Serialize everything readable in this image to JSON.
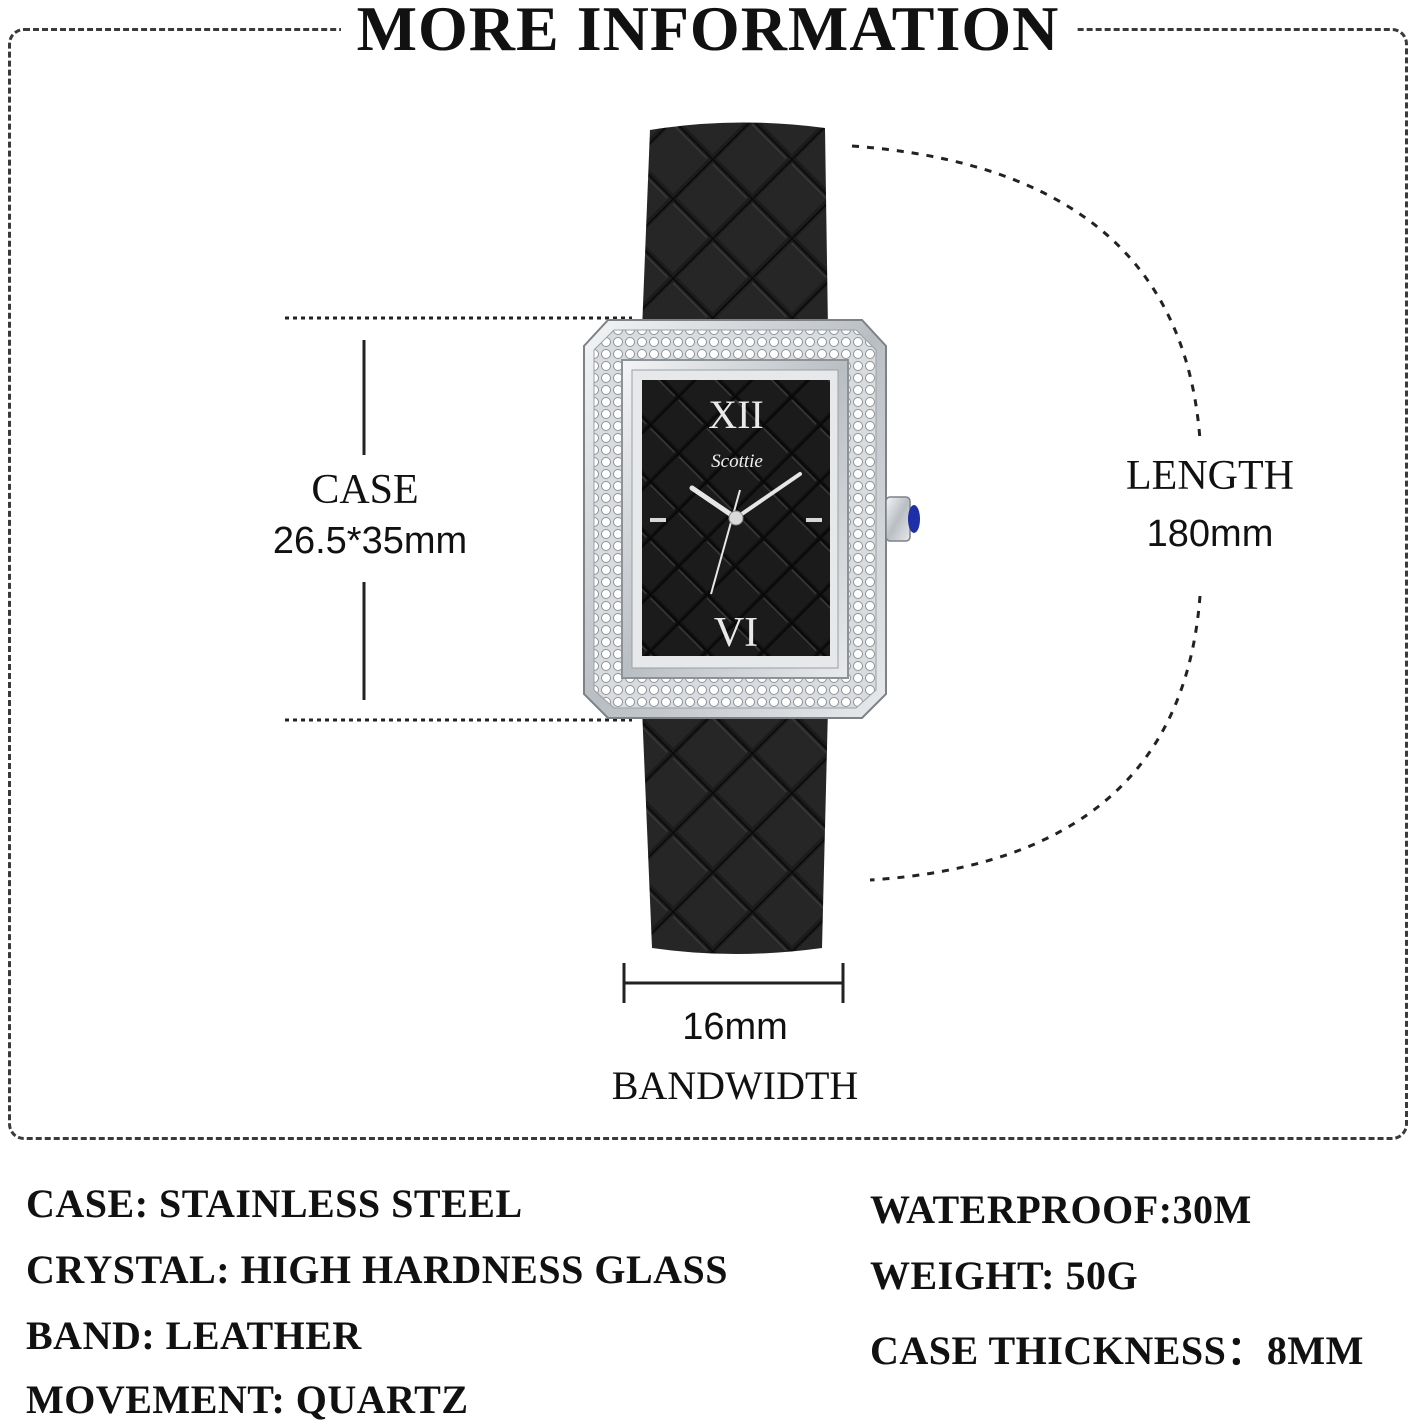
{
  "header": {
    "title": "MORE INFORMATION"
  },
  "dimensions": {
    "case_label": "CASE",
    "case_value": "26.5*35mm",
    "length_label": "LENGTH",
    "length_value": "180mm",
    "band_value": "16mm",
    "band_label": "BANDWIDTH"
  },
  "watch": {
    "brand": "Scottie",
    "numeral_top": "XII",
    "numeral_bottom": "VI"
  },
  "specs_left": [
    "CASE: STAINLESS STEEL",
    "CRYSTAL: HIGH HARDNESS GLASS",
    "BAND: LEATHER",
    "MOVEMENT: QUARTZ"
  ],
  "specs_right": [
    "WATERPROOF:30M",
    "WEIGHT: 50G",
    "CASE THICKNESS：8MM"
  ],
  "colors": {
    "strap": "#1a1a1a",
    "case": "#c9cdd1",
    "dial": "#0d0d0d",
    "crown_gem": "#1f2fa8"
  }
}
